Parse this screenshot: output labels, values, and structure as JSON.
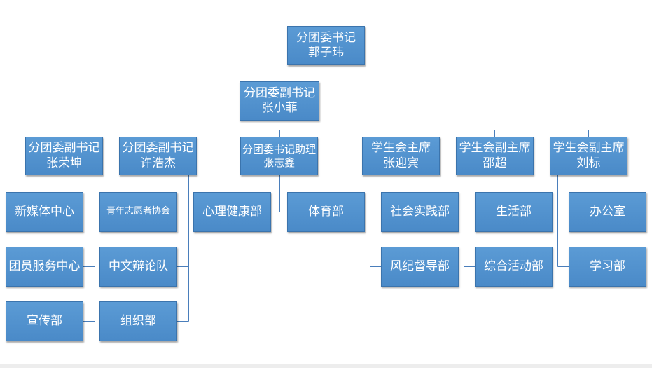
{
  "secretary": {
    "title": "分团委书记",
    "name": "郭子玮"
  },
  "deputy_main": {
    "title": "分团委副书记",
    "name": "张小菲"
  },
  "columns": [
    {
      "title": "分团委副书记",
      "name": "张荣坤",
      "children": [
        "新媒体中心",
        "团员服务中心",
        "宣传部"
      ]
    },
    {
      "title": "分团委副书记",
      "name": "许浩杰",
      "children": [
        "青年志愿者协会",
        "中文辩论队",
        "组织部"
      ]
    },
    {
      "title": "分团委书记助理",
      "name": "张志鑫",
      "children": [
        "心理健康部",
        "体育部"
      ]
    },
    {
      "title": "学生会主席",
      "name": "张迎宾",
      "children": [
        "社会实践部",
        "风纪督导部"
      ]
    },
    {
      "title": "学生会副主席",
      "name": "邵超",
      "children": [
        "生活部",
        "综合活动部"
      ]
    },
    {
      "title": "学生会副主席",
      "name": "刘标",
      "children": [
        "办公室",
        "学习部"
      ]
    }
  ],
  "colors": {
    "box": "#5b9bd5",
    "border": "#3b74ad",
    "line": "#4a7ebb",
    "text": "#ffffff"
  }
}
